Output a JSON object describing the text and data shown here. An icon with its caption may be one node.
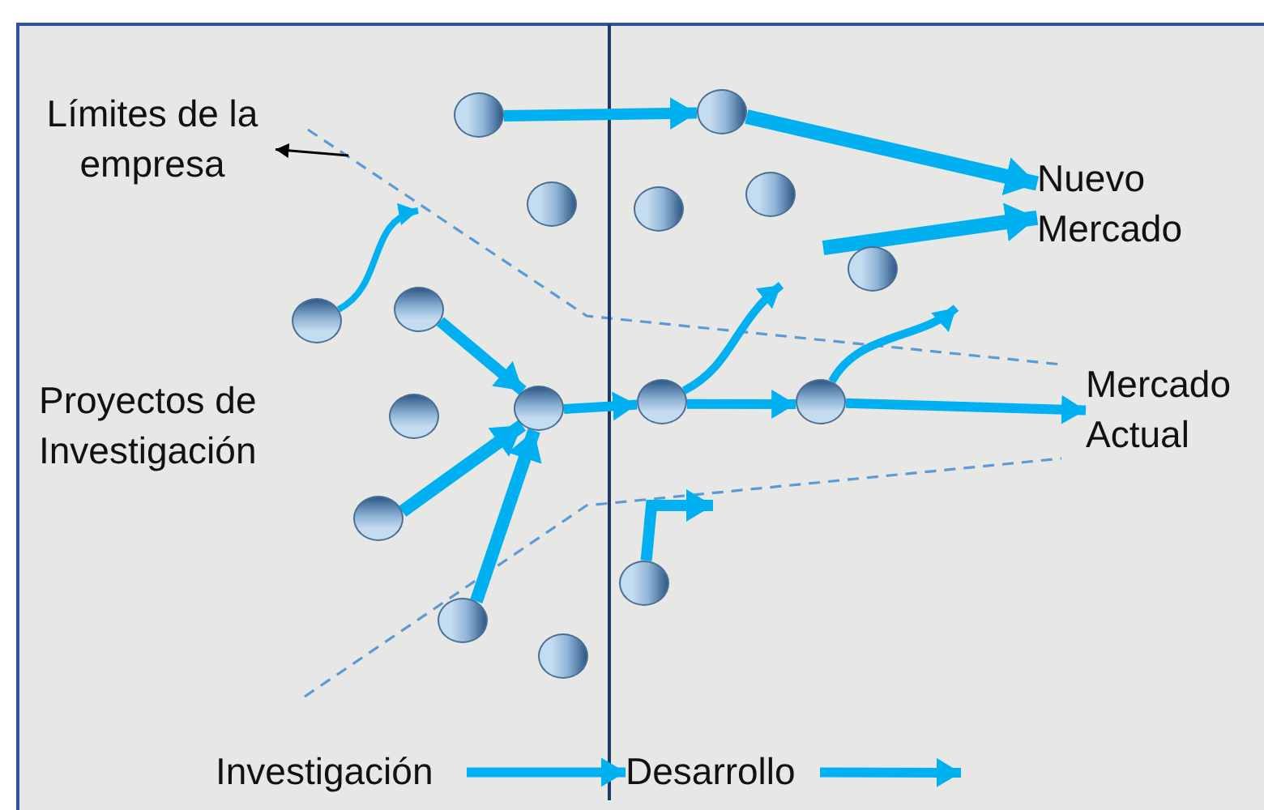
{
  "diagram": {
    "nodes": [
      {
        "text": [
          "Límites de la empresa"
        ]
      },
      {
        "text": [
          "Nuevo Mercado"
        ]
      },
      {
        "text": [
          "Proyectos de Investigación"
        ]
      },
      {
        "text": [
          "Mercado Actual"
        ]
      },
      {
        "text": [
          "Investigación"
        ]
      },
      {
        "text": [
          "Desarrollo"
        ]
      },
      {
        "text": [],
        "shape": "circle"
      },
      {
        "text": [],
        "shape": "circle"
      },
      {
        "text": [],
        "shape": "circle"
      },
      {
        "text": [],
        "shape": "circle"
      },
      {
        "text": [],
        "shape": "circle"
      },
      {
        "text": [],
        "shape": "circle"
      },
      {
        "text": [],
        "shape": "circle"
      },
      {
        "text": [],
        "shape": "circle"
      },
      {
        "text": [],
        "shape": "circle"
      },
      {
        "text": [],
        "shape": "circle"
      },
      {
        "text": [],
        "shape": "circle"
      },
      {
        "text": [],
        "shape": "circle"
      },
      {
        "text": [],
        "shape": "circle"
      },
      {
        "text": [],
        "shape": "circle"
      },
      {
        "text": [],
        "shape": "circle"
      },
      {
        "text": [],
        "shape": "circle"
      }
    ],
    "edges": [
      {
        "from": 6,
        "to": 7,
        "arrow": "to"
      },
      {
        "from": 7,
        "to": 1,
        "arrow": "to"
      },
      {
        "from": 12,
        "to": null,
        "arrow": "to"
      },
      {
        "from": 13,
        "to": 14,
        "arrow": "to"
      },
      {
        "from": 18,
        "to": 14,
        "arrow": "to"
      },
      {
        "from": 20,
        "to": 14,
        "arrow": "to"
      },
      {
        "from": 14,
        "to": 15,
        "arrow": "to"
      },
      {
        "from": 15,
        "to": 16,
        "arrow": "to"
      },
      {
        "from": 16,
        "to": 3,
        "arrow": "to"
      },
      {
        "from": 15,
        "to": null,
        "arrow": "to"
      },
      {
        "from": null,
        "to": 1,
        "arrow": "to"
      },
      {
        "from": 16,
        "to": null,
        "arrow": "to"
      },
      {
        "from": 19,
        "to": null,
        "arrow": "to"
      },
      {
        "from": 4,
        "to": 5,
        "arrow": "to"
      },
      {
        "from": 5,
        "to": null,
        "arrow": "to"
      },
      {
        "from": null,
        "to": 0,
        "arrow": "to",
        "color": "#000000"
      }
    ]
  }
}
